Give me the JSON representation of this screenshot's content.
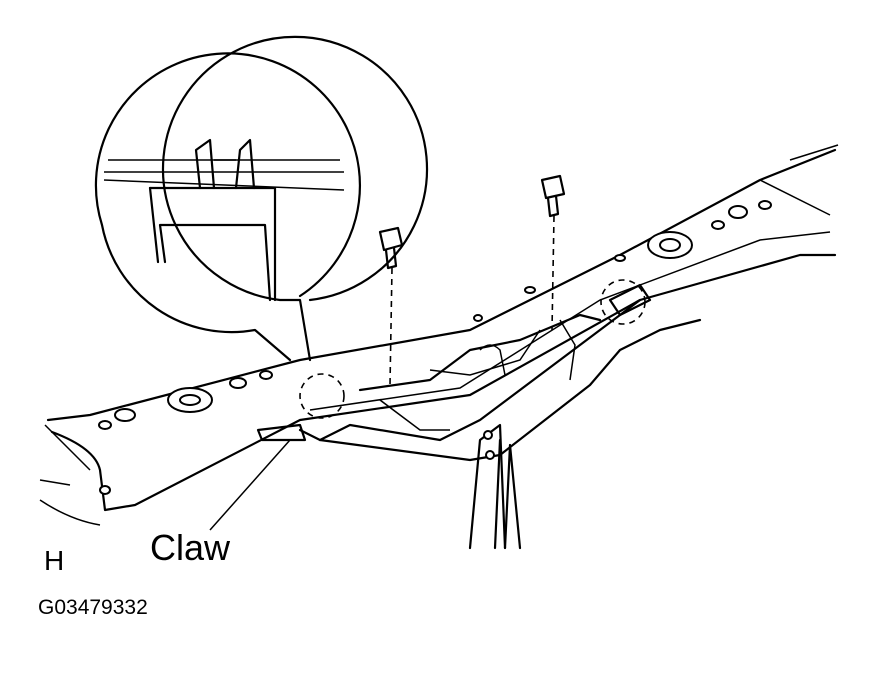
{
  "labels": {
    "claw": "Claw",
    "view_letter": "H",
    "figure_code": "G03479332"
  }
}
